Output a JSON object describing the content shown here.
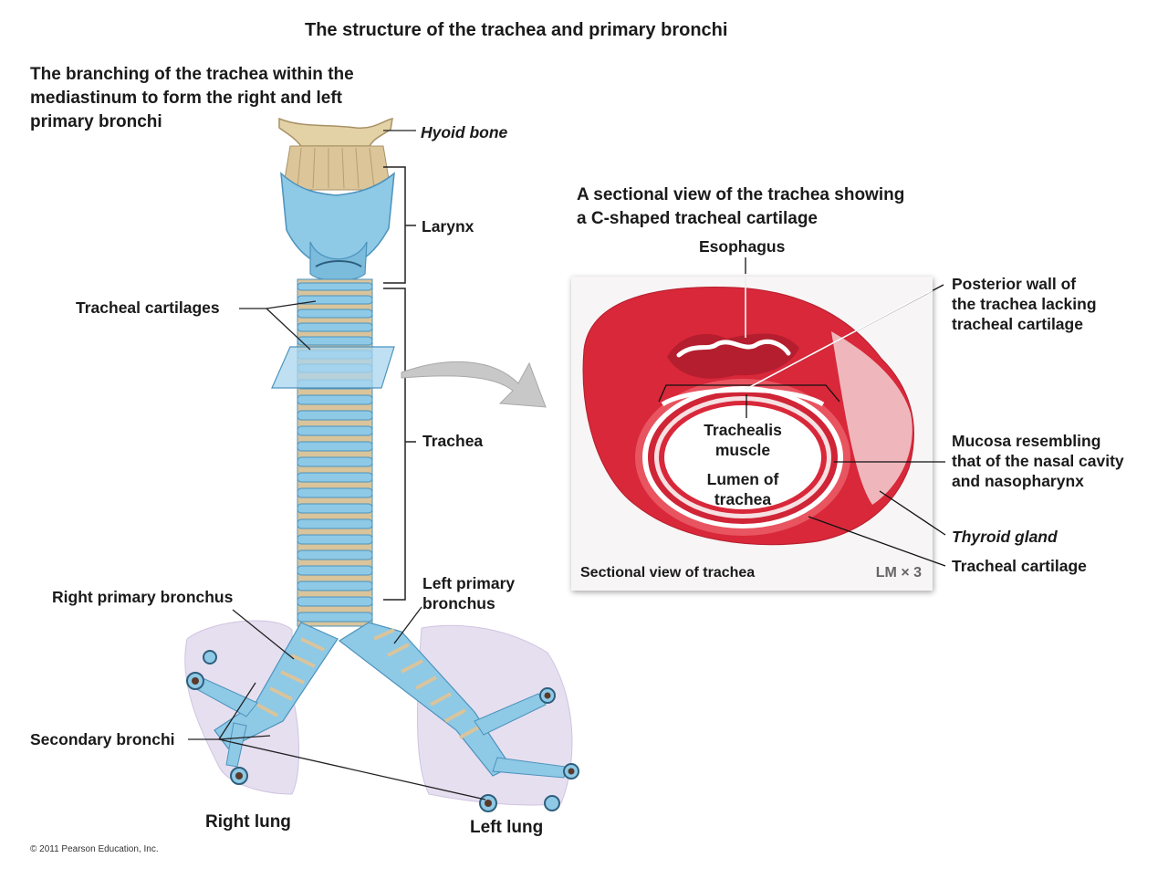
{
  "title": "The structure of the trachea and primary bronchi",
  "left_heading": [
    "The branching of the trachea within the",
    "mediastinum to form the right and left",
    "primary bronchi"
  ],
  "right_heading": [
    "A sectional view of the trachea showing",
    "a C-shaped tracheal cartilage"
  ],
  "labels": {
    "hyoid": "Hyoid bone",
    "larynx": "Larynx",
    "tracheal_cartilages": "Tracheal cartilages",
    "trachea": "Trachea",
    "right_primary": "Right primary bronchus",
    "left_primary_1": "Left primary",
    "left_primary_2": "bronchus",
    "secondary": "Secondary bronchi",
    "right_lung": "Right lung",
    "left_lung": "Left lung",
    "esophagus": "Esophagus",
    "posterior_1": "Posterior wall of",
    "posterior_2": "the trachea lacking",
    "posterior_3": "tracheal cartilage",
    "trachealis_1": "Trachealis",
    "trachealis_2": "muscle",
    "lumen_1": "Lumen of",
    "lumen_2": "trachea",
    "mucosa_1": "Mucosa resembling",
    "mucosa_2": "that of the nasal cavity",
    "mucosa_3": "and nasopharynx",
    "thyroid": "Thyroid gland",
    "tracheal_cartilage": "Tracheal cartilage"
  },
  "micrograph": {
    "caption": "Sectional view of trachea",
    "magnification": "LM × 3"
  },
  "copyright": "© 2011 Pearson Education, Inc.",
  "colors": {
    "cartilage": "#8ec9e6",
    "cartilage_dark": "#4c93bd",
    "ligament": "#d9c49c",
    "tissue_red": "#d8283a",
    "tissue_pink": "#f2c7cb",
    "lung": "#e6dff0"
  }
}
